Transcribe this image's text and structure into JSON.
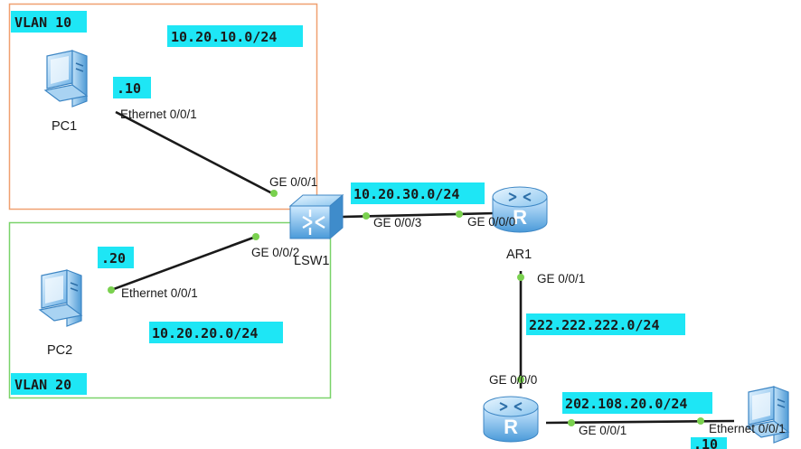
{
  "colors": {
    "vlan10_border": "#f0a070",
    "vlan20_border": "#7ad36a",
    "highlight": "#1ee6f5",
    "port_dot": "#7ad14f",
    "link": "#1a1a1a"
  },
  "zones": {
    "vlan10": {
      "label": "VLAN 10",
      "subnet": "10.20.10.0/24"
    },
    "vlan20": {
      "label": "VLAN 20",
      "subnet": "10.20.20.0/24"
    }
  },
  "devices": {
    "pc1": {
      "name": "PC1",
      "icon": "pc-icon",
      "ip_suffix": ".10",
      "port": "Ethernet 0/0/1"
    },
    "pc2": {
      "name": "PC2",
      "icon": "pc-icon",
      "ip_suffix": ".20",
      "port": "Ethernet 0/0/1"
    },
    "lsw1": {
      "name": "LSW1",
      "icon": "switch-icon"
    },
    "ar1": {
      "name": "AR1",
      "icon": "router-icon"
    },
    "ar2": {
      "icon": "router-icon"
    },
    "pc3": {
      "icon": "pc-icon",
      "ip_suffix": ".10",
      "port": "Ethernet 0/0/1"
    }
  },
  "ports": {
    "lsw_ge1": "GE 0/0/1",
    "lsw_ge2": "GE 0/0/2",
    "lsw_ge3": "GE 0/0/3",
    "ar1_ge0": "GE 0/0/0",
    "ar1_ge1": "GE 0/0/1",
    "ar2_ge0": "GE 0/0/0",
    "ar2_ge1": "GE 0/0/1"
  },
  "subnets": {
    "lsw_ar1": "10.20.30.0/24",
    "ar1_ar2": "222.222.222.0/24",
    "ar2_pc3": "202.108.20.0/24"
  }
}
